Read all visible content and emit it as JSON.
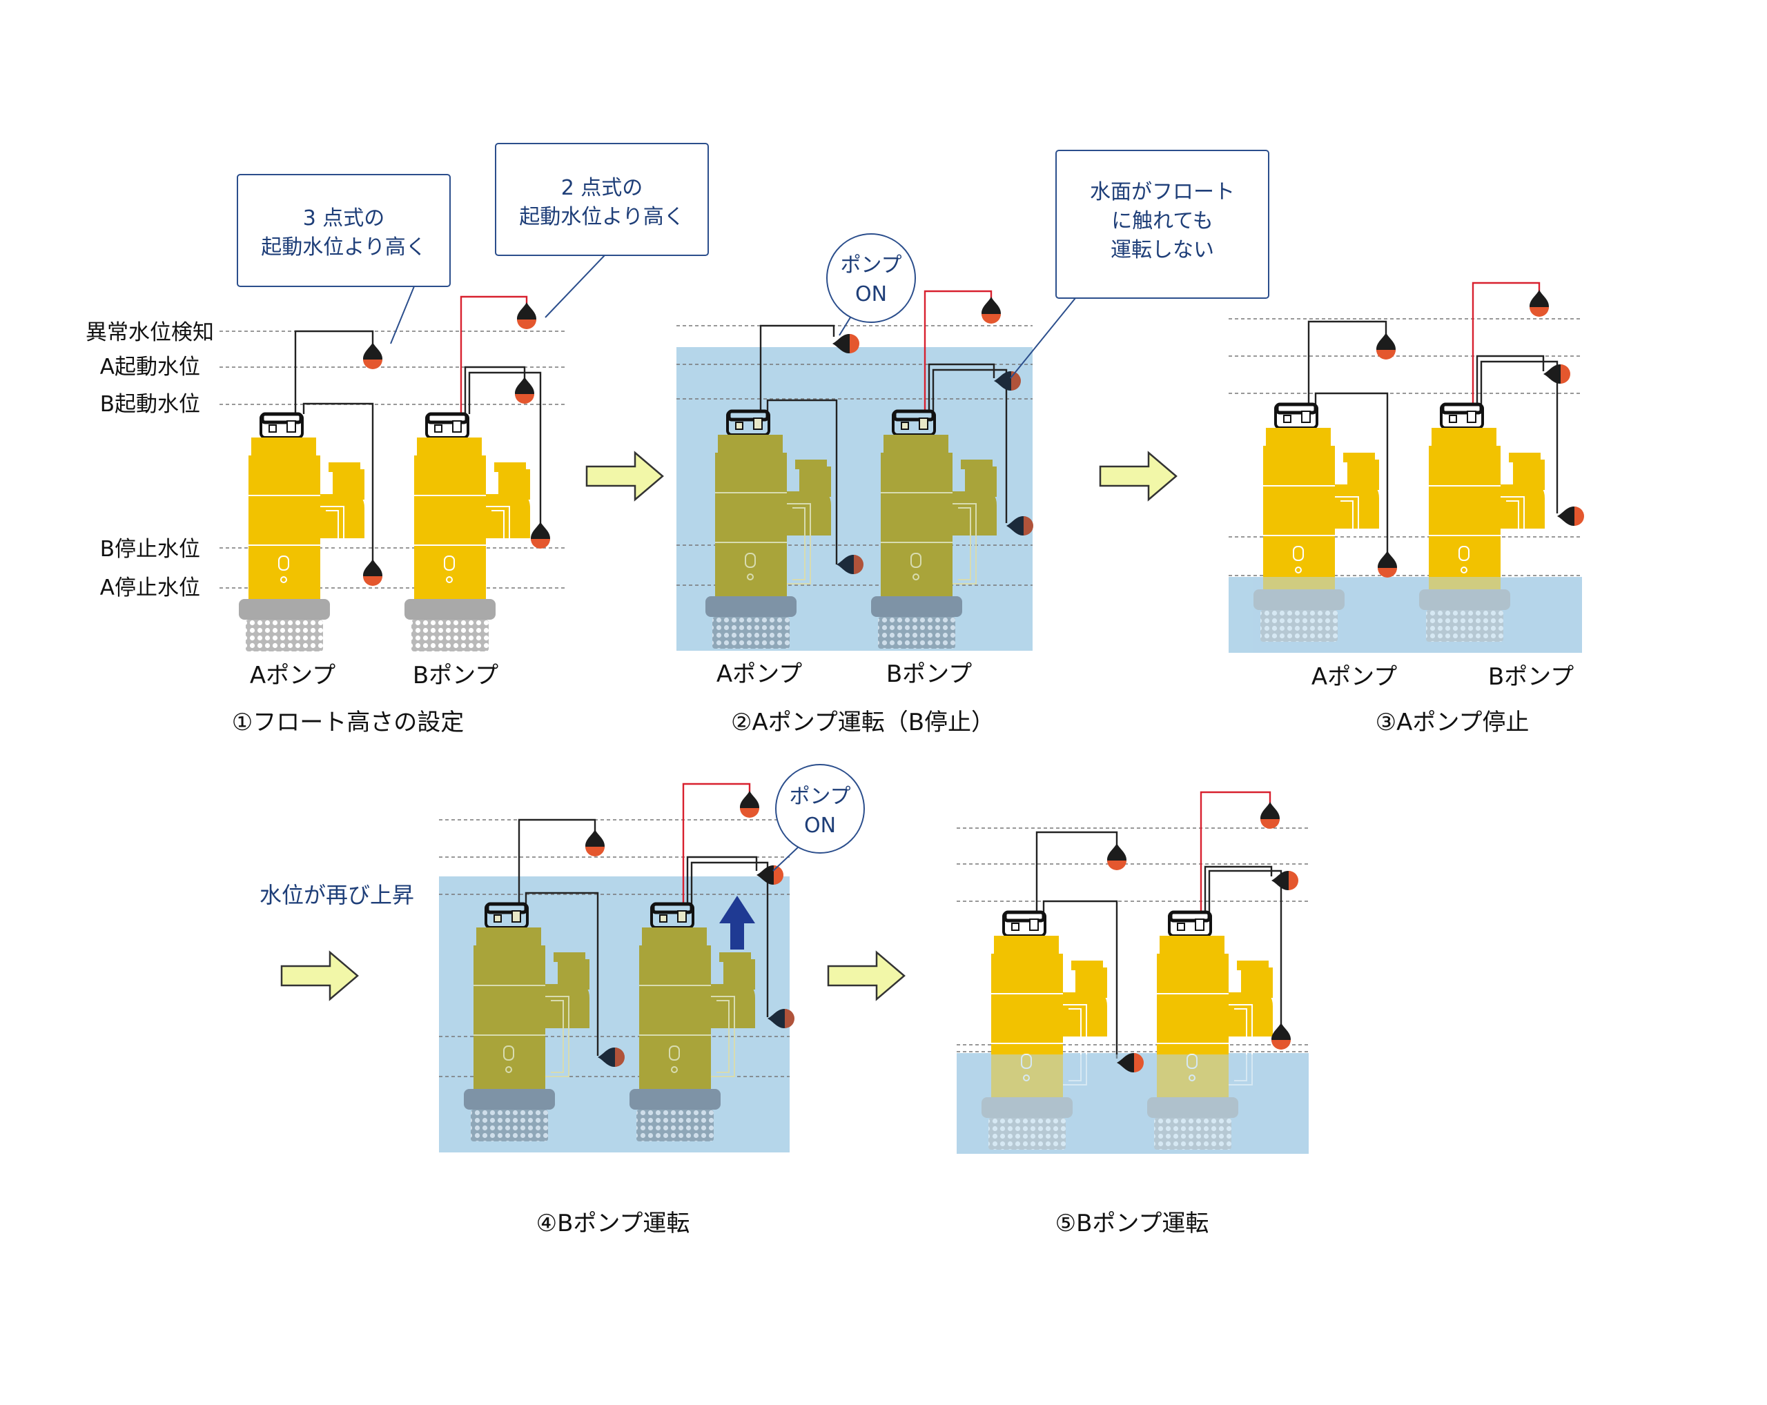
{
  "level_labels": [
    "異常水位検知",
    "A起動水位",
    "B起動水位",
    "B停止水位",
    "A停止水位"
  ],
  "callouts": {
    "three_point": [
      "3 点式の",
      "起動水位より高く"
    ],
    "two_point": [
      "2 点式の",
      "起動水位より高く"
    ],
    "no_run": [
      "水面がフロート",
      "に触れても",
      "運転しない"
    ]
  },
  "pump_on": [
    "ポンプ",
    "ON"
  ],
  "pump_labels": {
    "a": "Aポンプ",
    "b": "Bポンプ"
  },
  "captions": {
    "step1": "①フロート高さの設定",
    "step2": "②Aポンプ運転（B停止）",
    "step3": "③Aポンプ停止",
    "step4": "④Bポンプ運転",
    "step5": "⑤Bポンプ運転"
  },
  "water_rises_label": "水位が再び上昇",
  "colors": {
    "pump_yellow": "#F2C200",
    "pump_submerged": "#A9A43A",
    "water": "#B5D6EA",
    "arrow_fill": "#F2F7A8",
    "float_red": "#E4572E",
    "cable_red": "#D8202E",
    "callout_border": "#2B4E8C",
    "up_arrow": "#1F3A93"
  },
  "icons": [
    "float-switch-icon",
    "arrow-right-icon",
    "arrow-up-icon"
  ]
}
